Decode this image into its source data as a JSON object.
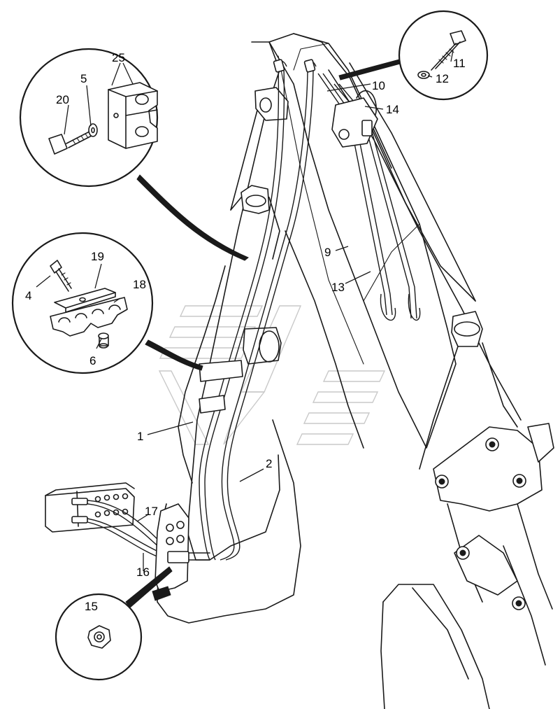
{
  "callouts": [
    {
      "id": "c1",
      "text": "1"
    },
    {
      "id": "c2",
      "text": "2"
    },
    {
      "id": "c4",
      "text": "4"
    },
    {
      "id": "c5",
      "text": "5"
    },
    {
      "id": "c6",
      "text": "6"
    },
    {
      "id": "c9",
      "text": "9"
    },
    {
      "id": "c10",
      "text": "10"
    },
    {
      "id": "c11",
      "text": "11"
    },
    {
      "id": "c12",
      "text": "12"
    },
    {
      "id": "c13",
      "text": "13"
    },
    {
      "id": "c14",
      "text": "14"
    },
    {
      "id": "c15",
      "text": "15"
    },
    {
      "id": "c16",
      "text": "16"
    },
    {
      "id": "c17",
      "text": "17"
    },
    {
      "id": "c18",
      "text": "18"
    },
    {
      "id": "c19",
      "text": "19"
    },
    {
      "id": "c20",
      "text": "20"
    },
    {
      "id": "c25",
      "text": "25"
    }
  ],
  "colors": {
    "line": "#1a1a1a",
    "background": "#ffffff",
    "watermark": "#c9c9c9"
  },
  "icons": {
    "detail_clamp": "hose-clamp-icon",
    "detail_bolt": "bolt-icon",
    "detail_bracket": "clamp-bracket-icon",
    "detail_nut": "nut-icon",
    "watermark": "logo-watermark"
  }
}
